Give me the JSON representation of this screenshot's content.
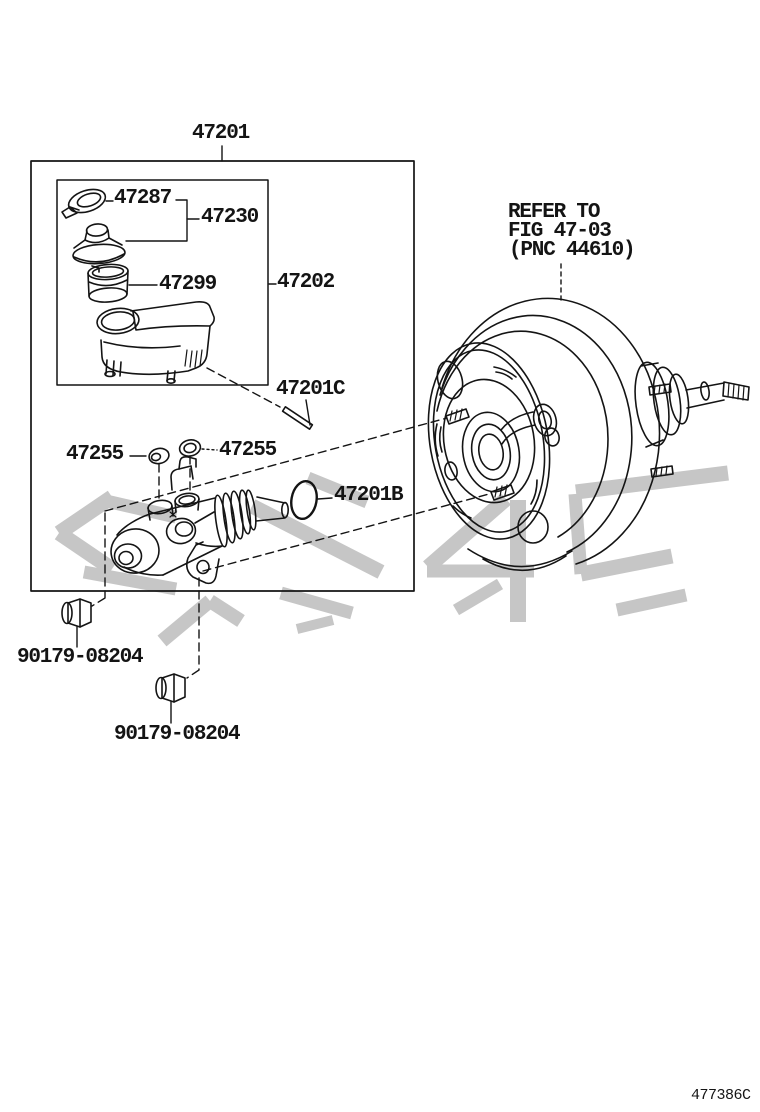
{
  "diagram": {
    "assembly_label": "47201",
    "parts": {
      "cap": "47287",
      "float": "47230",
      "strainer": "47299",
      "reservoir": "47202",
      "pin": "47201C",
      "grommet_left": "47255",
      "grommet_right": "47255",
      "o_ring": "47201B",
      "nut_left": "90179-08204",
      "nut_right": "90179-08204"
    },
    "refer_note": {
      "line1": "REFER TO",
      "line2": "FIG 47-03",
      "line3": "(PNC 44610)"
    },
    "figure_code": "477386C",
    "colors": {
      "ink": "#141414",
      "watermark": "#c6c6c6",
      "background": "#ffffff"
    }
  }
}
